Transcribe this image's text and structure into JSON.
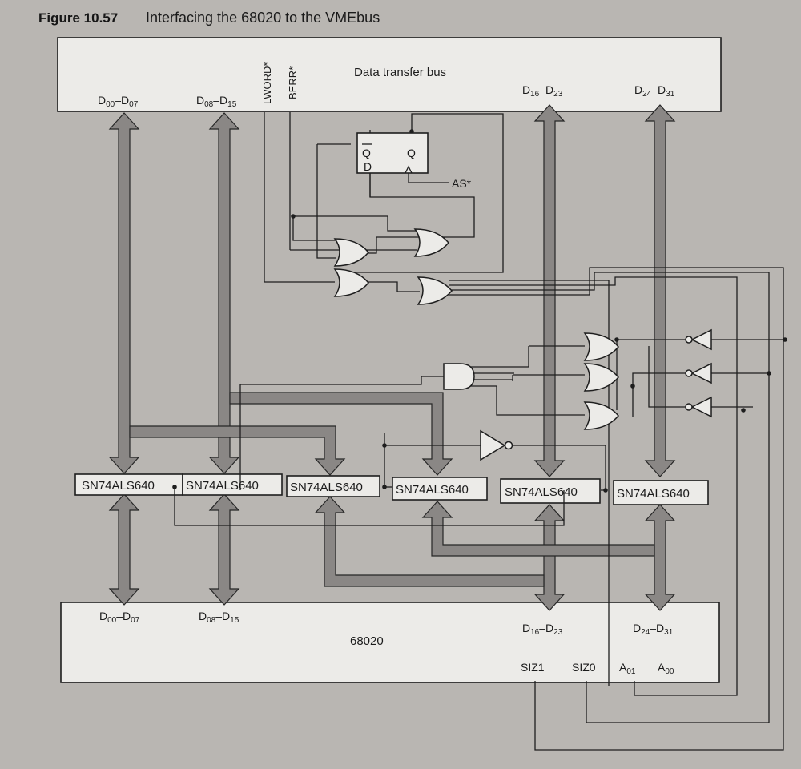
{
  "figure": {
    "number": "Figure 10.57",
    "title": "Interfacing the 68020 to the VMEbus"
  },
  "vme_bus": {
    "label": "Data transfer bus",
    "lanes": {
      "d00": {
        "base": "D",
        "sub1": "00",
        "sep": "–D",
        "sub2": "07"
      },
      "d08": {
        "base": "D",
        "sub1": "08",
        "sep": "–D",
        "sub2": "15"
      },
      "d16": {
        "base": "D",
        "sub1": "16",
        "sep": "–D",
        "sub2": "23"
      },
      "d24": {
        "base": "D",
        "sub1": "24",
        "sep": "–D",
        "sub2": "31"
      }
    },
    "lword": "LWORD*",
    "berr": "BERR*"
  },
  "cpu": {
    "label": "68020",
    "lanes": {
      "d00": {
        "base": "D",
        "sub1": "00",
        "sep": "–D",
        "sub2": "07"
      },
      "d08": {
        "base": "D",
        "sub1": "08",
        "sep": "–D",
        "sub2": "15"
      },
      "d16": {
        "base": "D",
        "sub1": "16",
        "sep": "–D",
        "sub2": "23"
      },
      "d24": {
        "base": "D",
        "sub1": "24",
        "sep": "–D",
        "sub2": "31"
      }
    },
    "siz1": "SIZ1",
    "siz0": "SIZ0",
    "a01": {
      "base": "A",
      "sub": "01"
    },
    "a00": {
      "base": "A",
      "sub": "00"
    }
  },
  "flip_flop": {
    "q_bar": "Q",
    "q": "Q",
    "d": "D",
    "clock_signal": "AS*"
  },
  "buffers": [
    "SN74ALS640",
    "SN74ALS640",
    "SN74ALS640",
    "SN74ALS640",
    "SN74ALS640",
    "SN74ALS640"
  ]
}
